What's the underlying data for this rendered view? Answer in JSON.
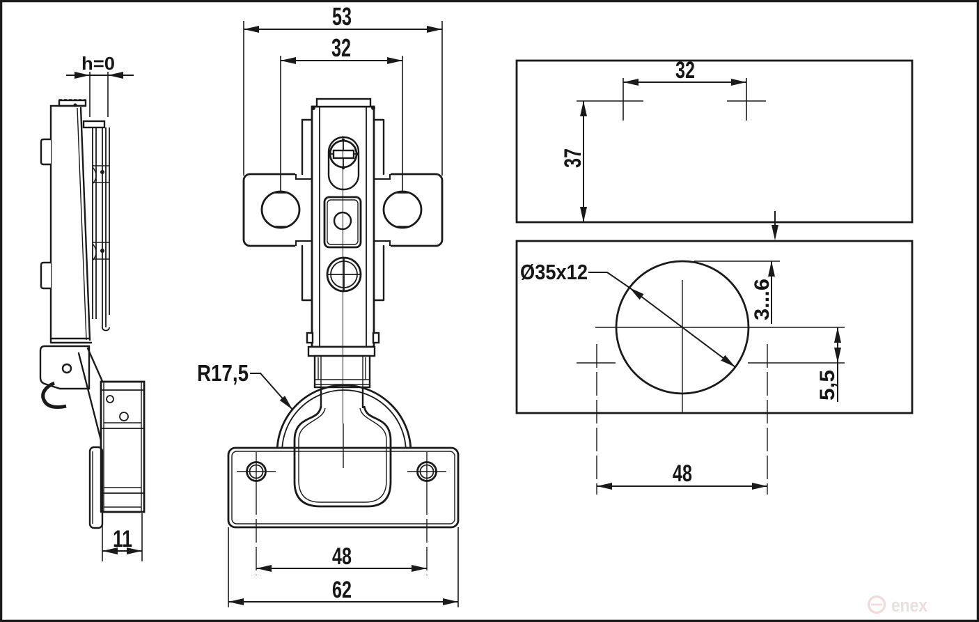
{
  "views": {
    "side_view": {
      "overlay_dim": "h=0",
      "cup_depth_dim": "11"
    },
    "front_view": {
      "plate_width_dim": "53",
      "screw_spacing_dim": "32",
      "cup_radius_dim": "R17,5",
      "flange_hole_spacing_dim": "48",
      "flange_width_dim": "62"
    },
    "top_panel_drilling": {
      "hole_spacing_dim": "32",
      "plate_distance_dim": "37"
    },
    "door_drilling": {
      "cup_hole_dim": "Ø35x12",
      "edge_distance_dim": "3...6",
      "cup_offset_dim": "5,5",
      "screw_spacing_dim": "48"
    }
  },
  "watermark": {
    "brand": "enex"
  },
  "colors": {
    "line": "#1a1a1a",
    "background": "#ffffff",
    "watermark": "#eddede"
  }
}
